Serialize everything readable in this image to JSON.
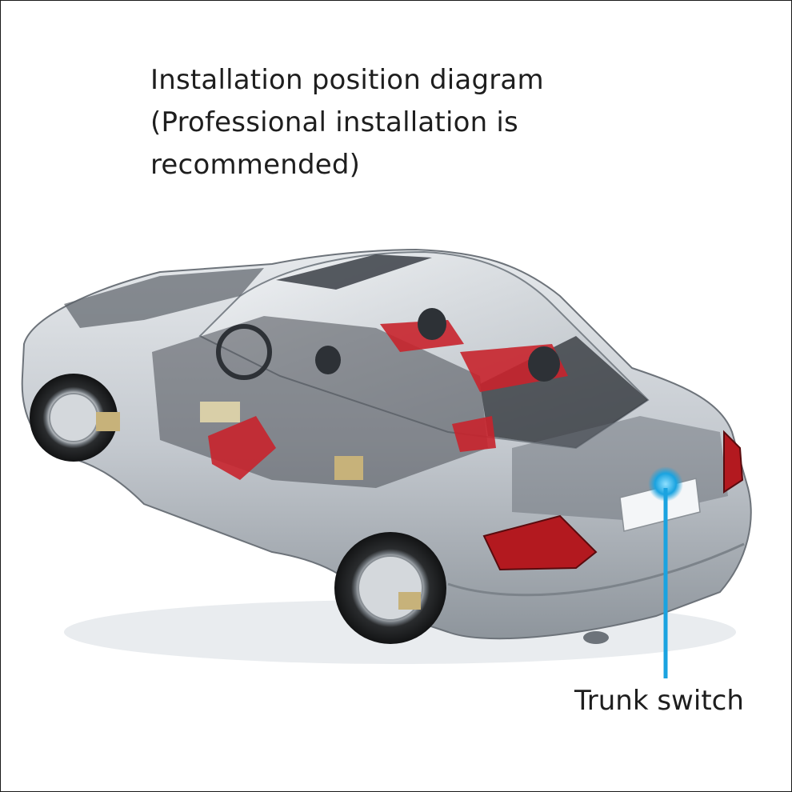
{
  "title": {
    "line1": "Installation position diagram",
    "line2": "(Professional installation is",
    "line3": "recommended)"
  },
  "callout": {
    "label": "Trunk switch",
    "color": "#1aa3e0"
  },
  "illustration": {
    "subject": "cutaway silver coupe car",
    "body_color": "#c9ced4",
    "seat_color": "#c8232c"
  }
}
